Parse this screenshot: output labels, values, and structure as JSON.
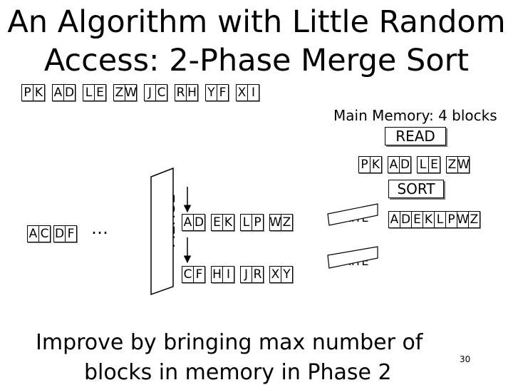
{
  "title": {
    "line1": "An Algorithm with Little Random",
    "line2": "Access: 2-Phase Merge Sort"
  },
  "input_blocks": [
    [
      "P",
      "K"
    ],
    [
      "A",
      "D"
    ],
    [
      "L",
      "E"
    ],
    [
      "Z",
      "W"
    ],
    [
      "J",
      "C"
    ],
    [
      "R",
      "H"
    ],
    [
      "Y",
      "F"
    ],
    [
      "X",
      "I"
    ]
  ],
  "main_memory_label": "Main Memory: 4 blocks",
  "read_label": "READ",
  "memory_blocks": [
    [
      "P",
      "K"
    ],
    [
      "A",
      "D"
    ],
    [
      "L",
      "E"
    ],
    [
      "Z",
      "W"
    ]
  ],
  "sort_label": "SORT",
  "sorted_run_1": [
    [
      "A",
      "D"
    ],
    [
      "E",
      "K"
    ],
    [
      "L",
      "P"
    ],
    [
      "W",
      "Z"
    ]
  ],
  "sorted_run_2": [
    [
      "C",
      "F"
    ],
    [
      "H",
      "I"
    ],
    [
      "J",
      "R"
    ],
    [
      "X",
      "Y"
    ]
  ],
  "sorted_memory": [
    [
      "A",
      "D"
    ],
    [
      "E",
      "K"
    ],
    [
      "L",
      "P"
    ],
    [
      "W",
      "Z"
    ]
  ],
  "write_label_1": "WRITE",
  "write_label_2": "WRITE",
  "merge_label": "MERGE",
  "output_blocks": [
    [
      "A",
      "C"
    ],
    [
      "D",
      "F"
    ]
  ],
  "output_ellipsis": "…",
  "caption": {
    "line1": "Improve by bringing max number of",
    "line2": "blocks in memory in Phase 2"
  },
  "slide_number": "30"
}
